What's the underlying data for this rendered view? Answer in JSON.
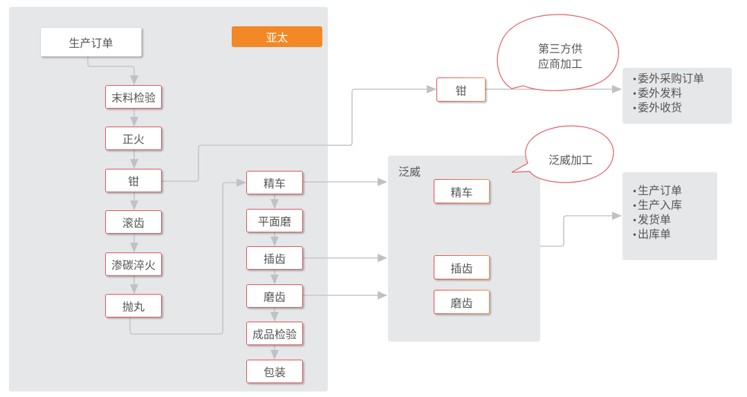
{
  "regions": {
    "asia_pacific": {
      "label": "亚太"
    },
    "fanwei": {
      "label": "泛威"
    }
  },
  "start_node": {
    "label": "生产订单"
  },
  "left_column": [
    {
      "label": "末料检验"
    },
    {
      "label": "正火"
    },
    {
      "label": "钳"
    },
    {
      "label": "滚齿"
    },
    {
      "label": "渗碳淬火"
    },
    {
      "label": "抛丸"
    }
  ],
  "right_column": [
    {
      "label": "精车"
    },
    {
      "label": "平面磨"
    },
    {
      "label": "插齿"
    },
    {
      "label": "磨齿"
    },
    {
      "label": "成品检验"
    },
    {
      "label": "包装"
    }
  ],
  "external_node": {
    "label": "钳"
  },
  "fanwei_nodes": [
    {
      "label": "精车"
    },
    {
      "label": "插齿"
    },
    {
      "label": "磨齿"
    }
  ],
  "callouts": {
    "third_party": {
      "line1": "第三方供",
      "line2": "应商加工"
    },
    "fanwei": {
      "text": "泛威加工"
    }
  },
  "outsourcing_docs": {
    "items": [
      "委外采购订单",
      "委外发料",
      "委外收货"
    ]
  },
  "fanwei_docs": {
    "items": [
      "生产订单",
      "生产入库",
      "发货单",
      "出库单"
    ]
  },
  "colors": {
    "panel": "#e6e7e9",
    "node_border": "#e0505a",
    "badge": "#f28826",
    "connector": "#bfc1c4",
    "text": "#555555"
  }
}
